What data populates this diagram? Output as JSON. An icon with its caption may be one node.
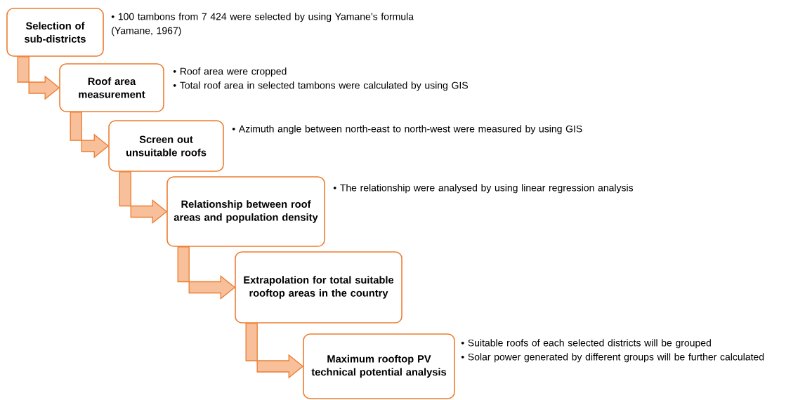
{
  "diagram": {
    "nodes": [
      {
        "text": [
          "Selection of sub-districts"
        ],
        "beside": [
          "• 100 tambons from 7 424 were selected by using Yamane’s formula (Yamane, 1967)"
        ]
      },
      {
        "text": [
          "Roof area measurement"
        ],
        "beside": [
          "• Roof area were cropped",
          "• Total roof area in selected tambons were calculated by using GIS"
        ]
      },
      {
        "text": [
          "Screen out unsuitable roofs"
        ],
        "beside": [
          "• Azimuth angle between north-east to north-west were measured by using GIS"
        ]
      },
      {
        "text": [
          "Relationship between roof areas and population density"
        ],
        "beside": [
          "• The relationship were analysed by using linear regression analysis"
        ]
      },
      {
        "text": [
          "Extrapolation for total suitable rooftop areas in the country"
        ]
      },
      {
        "text": [
          "Maximum rooftop PV technical potential analysis"
        ],
        "beside": [
          "• Suitable roofs of each selected districts will be grouped",
          "• Solar power generated by different groups will be further calculated"
        ]
      }
    ],
    "edges": [
      {
        "from": 0,
        "to": 1,
        "arrow": "to"
      },
      {
        "from": 1,
        "to": 2,
        "arrow": "to"
      },
      {
        "from": 2,
        "to": 3,
        "arrow": "to"
      },
      {
        "from": 3,
        "to": 4,
        "arrow": "to"
      },
      {
        "from": 4,
        "to": 5,
        "arrow": "to"
      }
    ]
  }
}
